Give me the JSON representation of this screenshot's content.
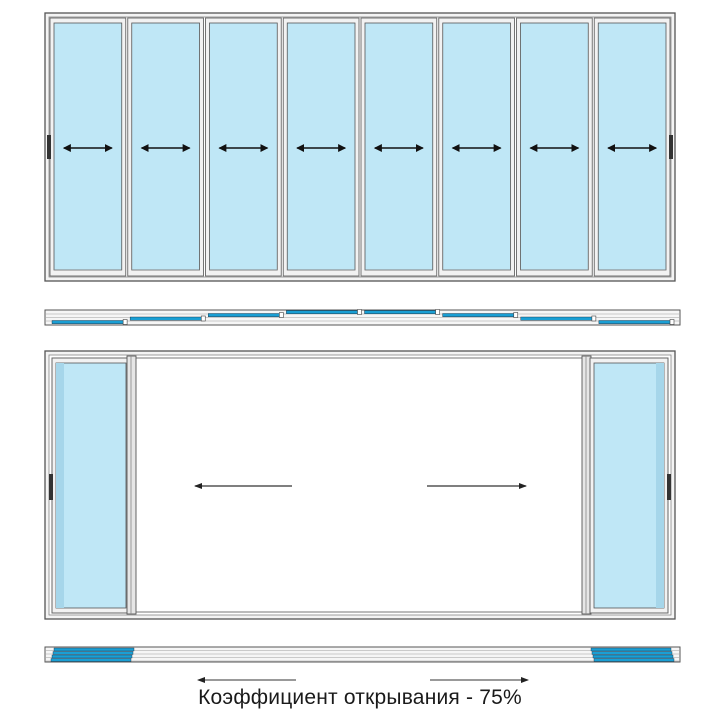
{
  "diagram": {
    "title": "Sliding door system – 8 panels",
    "colors": {
      "glass": "#bfe7f6",
      "glass_dark": "#a6d6ea",
      "frame_light": "#f2f2f2",
      "frame_mid": "#c9c9c9",
      "frame_dark": "#555555",
      "panel_plan": "#1a9fd4",
      "arrow": "#111111",
      "background": "#ffffff"
    },
    "closed_elevation": {
      "label": "closed-view",
      "panel_count": 8,
      "arrow_symbol": "double-arrow",
      "panels": [
        {
          "index": 1,
          "arrow": "↔"
        },
        {
          "index": 2,
          "arrow": "↔"
        },
        {
          "index": 3,
          "arrow": "↔"
        },
        {
          "index": 4,
          "arrow": "↔"
        },
        {
          "index": 5,
          "arrow": "↔"
        },
        {
          "index": 6,
          "arrow": "↔"
        },
        {
          "index": 7,
          "arrow": "↔"
        },
        {
          "index": 8,
          "arrow": "↔"
        }
      ]
    },
    "closed_plan": {
      "label": "closed-plan-view",
      "tracks": 4
    },
    "open_elevation": {
      "label": "open-view",
      "left_stack_panels": 4,
      "right_stack_panels": 4,
      "arrows": [
        "←",
        "→"
      ]
    },
    "open_plan": {
      "label": "open-plan-view",
      "tracks": 4,
      "arrows": [
        "←",
        "→"
      ]
    },
    "caption": "Коэффициент открывания - 75%"
  }
}
